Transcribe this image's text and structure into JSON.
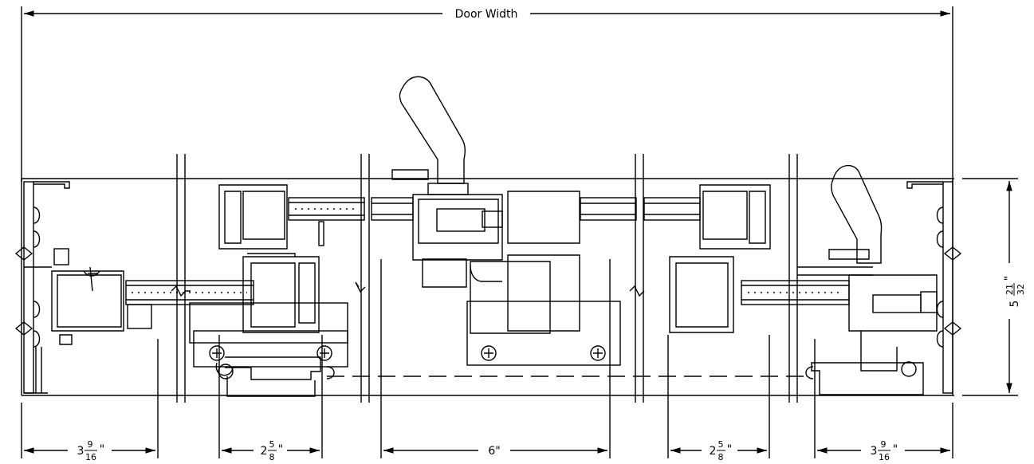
{
  "labels": {
    "door_width": "Door Width",
    "height_whole": "5",
    "height_num": "21",
    "height_den": "32",
    "height_inch": "\"",
    "dim_a_whole": "3",
    "dim_a_num": "9",
    "dim_a_den": "16",
    "dim_a_inch": "\"",
    "dim_b_whole": "2",
    "dim_b_num": "5",
    "dim_b_den": "8",
    "dim_b_inch": "\"",
    "dim_c": "6\"",
    "dim_d_whole": "2",
    "dim_d_num": "5",
    "dim_d_den": "8",
    "dim_d_inch": "\"",
    "dim_e_whole": "3",
    "dim_e_num": "9",
    "dim_e_den": "16",
    "dim_e_inch": "\""
  },
  "colors": {
    "line": "#000000",
    "background": "#ffffff"
  }
}
